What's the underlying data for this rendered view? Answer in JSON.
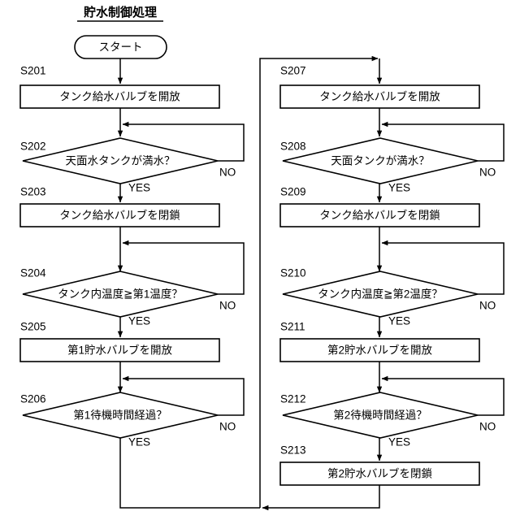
{
  "title": "貯水制御処理",
  "start_node": {
    "label": "スタート"
  },
  "branch_labels": {
    "yes": "YES",
    "no": "NO"
  },
  "steps": [
    {
      "id": "S201",
      "type": "process",
      "label": "タンク給水バルブを開放"
    },
    {
      "id": "S202",
      "type": "decision",
      "label": "天面水タンクが満水？"
    },
    {
      "id": "S203",
      "type": "process",
      "label": "タンク給水バルブを閉鎖"
    },
    {
      "id": "S204",
      "type": "decision",
      "label": "タンク内温度≧第1温度？"
    },
    {
      "id": "S205",
      "type": "process",
      "label": "第1貯水バルブを開放"
    },
    {
      "id": "S206",
      "type": "decision",
      "label": "第1待機時間経過？"
    },
    {
      "id": "S207",
      "type": "process",
      "label": "タンク給水バルブを開放"
    },
    {
      "id": "S208",
      "type": "decision",
      "label": "天面タンクが満水？"
    },
    {
      "id": "S209",
      "type": "process",
      "label": "タンク給水バルブを閉鎖"
    },
    {
      "id": "S210",
      "type": "decision",
      "label": "タンク内温度≧第2温度？"
    },
    {
      "id": "S211",
      "type": "process",
      "label": "第2貯水バルブを開放"
    },
    {
      "id": "S212",
      "type": "decision",
      "label": "第2待機時間経過？"
    },
    {
      "id": "S213",
      "type": "process",
      "label": "第2貯水バルブを閉鎖"
    }
  ],
  "colors": {
    "stroke": "#000000",
    "fill": "#ffffff",
    "text": "#000000"
  }
}
